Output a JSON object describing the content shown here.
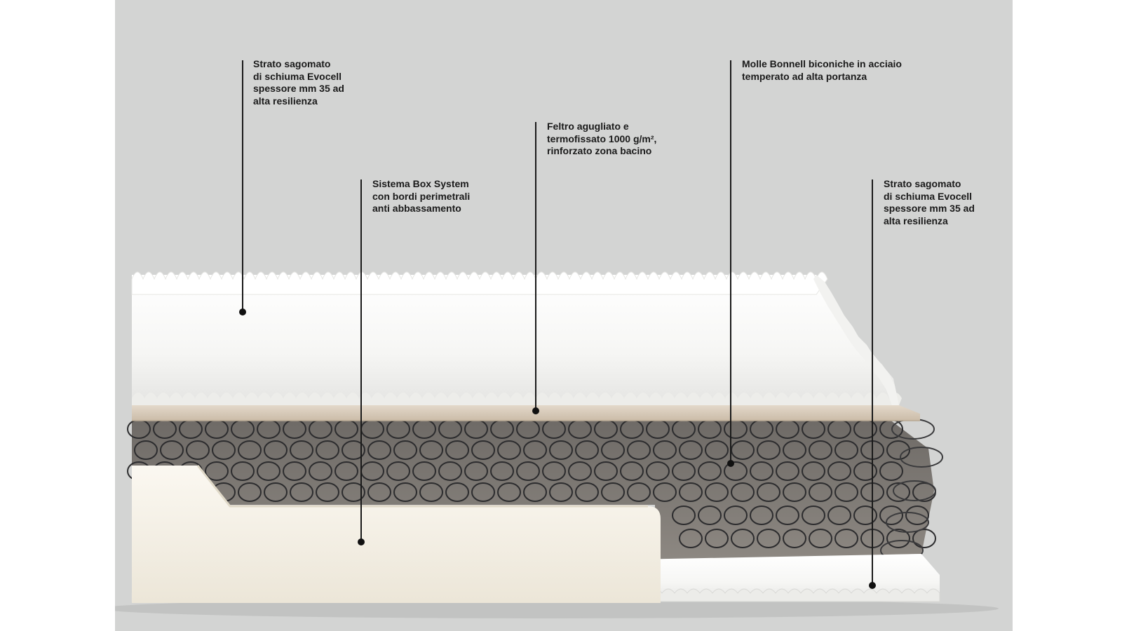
{
  "callouts": [
    {
      "id": "top-foam-left",
      "lines": [
        "Strato sagomato",
        "di schiuma Evocell",
        "spessore mm 35 ad",
        "alta resilienza"
      ]
    },
    {
      "id": "box-system",
      "lines": [
        "Sistema Box System",
        "con bordi perimetrali",
        "anti abbassamento"
      ]
    },
    {
      "id": "felt",
      "lines": [
        "Feltro agugliato e",
        "termofissato 1000 g/m²,",
        "rinforzato zona bacino"
      ]
    },
    {
      "id": "springs",
      "lines": [
        "Molle Bonnell biconiche in acciaio",
        "temperato ad alta portanza"
      ]
    },
    {
      "id": "bottom-foam-right",
      "lines": [
        "Strato sagomato",
        "di schiuma Evocell",
        "spessore mm 35 ad",
        "alta resilienza"
      ]
    }
  ],
  "colors": {
    "background": "#d3d4d3",
    "foam": "#f7f7f5",
    "felt": "#d9cdbd",
    "springs": "#3a3a3c",
    "box_frame": "#f4f0e6",
    "text": "#1a1a1a"
  }
}
